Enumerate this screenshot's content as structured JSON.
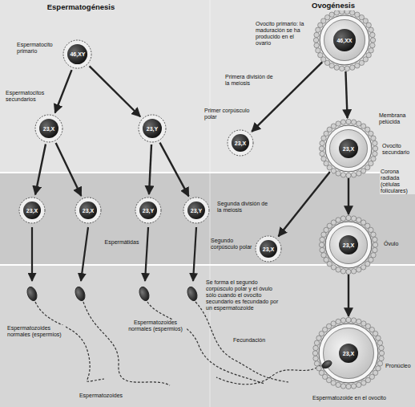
{
  "diagram": {
    "nodes": [
      {
        "text": [
          "46,XY"
        ]
      },
      {
        "text": [
          "23,X"
        ]
      },
      {
        "text": [
          "23,Y"
        ]
      },
      {
        "text": [
          "23,X"
        ]
      },
      {
        "text": [
          "23,X"
        ]
      },
      {
        "text": [
          "23,Y"
        ]
      },
      {
        "text": [
          "23,Y"
        ]
      },
      {
        "text": [
          "46,XX"
        ]
      },
      {
        "text": [
          "23,X"
        ]
      },
      {
        "text": [
          "23,X"
        ]
      },
      {
        "text": [
          "23,X"
        ]
      },
      {
        "text": [
          "23,X"
        ]
      },
      {
        "text": [
          "23,X"
        ]
      }
    ],
    "edges": [
      {
        "from": 0,
        "to": 1,
        "arrow": "to"
      },
      {
        "from": 0,
        "to": 2,
        "arrow": "to"
      },
      {
        "from": 1,
        "to": 3,
        "arrow": "to"
      },
      {
        "from": 1,
        "to": 4,
        "arrow": "to"
      },
      {
        "from": 2,
        "to": 5,
        "arrow": "to"
      },
      {
        "from": 2,
        "to": 6,
        "arrow": "to"
      },
      {
        "from": 7,
        "to": 8,
        "arrow": "to"
      },
      {
        "from": 7,
        "to": 9,
        "arrow": "to"
      },
      {
        "from": 9,
        "to": 10,
        "arrow": "to"
      },
      {
        "from": 9,
        "to": 11,
        "arrow": "to"
      },
      {
        "from": 11,
        "to": 12,
        "arrow": "to"
      }
    ],
    "labels": [
      "Espermatogénesis",
      "Espermatocito primario",
      "Espermatocitos secundarios",
      "Espermátidas",
      "Espermatozoides normales (espermios)",
      "Espermatozoides normales (espermios)",
      "Espermatozoides",
      "Ovogénesis",
      "Ovocito primario: la maduración se ha producido en el ovario",
      "Primera división de la meiosis",
      "Primer corpúsculo polar",
      "Membrana pelúcida",
      "Ovocito secundario",
      "Corona radiada (células foliculares)",
      "Segunda división de la meiosis",
      "Segundo corpúsculo polar",
      "Óvulo",
      "Se forma el segundo corpúsculo polar y el óvulo sólo cuando el ovocito secundario es fecundado por un espermatozoide",
      "Fecundación",
      "Pronúcleo",
      "Espermatozoide en el ovocito"
    ]
  }
}
